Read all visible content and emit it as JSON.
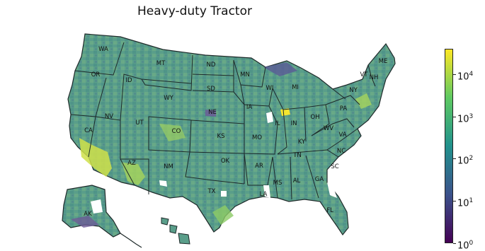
{
  "title": "Heavy-duty Tractor",
  "colors": {
    "base": "#5a9e8a",
    "lowA": "#3d7a8c",
    "lowB": "#5a5a96",
    "mid": "#6cc07a",
    "high": "#c9e34a",
    "top": "#f7e82d",
    "border": "#1e2a2a",
    "nodata": "#ffffff"
  },
  "colorbar": {
    "scale": "log",
    "min_exponent": 0,
    "max_exponent": 4.6,
    "ticks": [
      {
        "base": "10",
        "exp": "4",
        "exponent": 4
      },
      {
        "base": "10",
        "exp": "3",
        "exponent": 3
      },
      {
        "base": "10",
        "exp": "2",
        "exponent": 2
      },
      {
        "base": "10",
        "exp": "1",
        "exponent": 1
      },
      {
        "base": "10",
        "exp": "0",
        "exponent": 0
      }
    ],
    "stops": [
      "#440154",
      "#3b528b",
      "#21918c",
      "#5ec962",
      "#fde725"
    ]
  },
  "states": [
    "WA",
    "OR",
    "CA",
    "NV",
    "ID",
    "MT",
    "WY",
    "UT",
    "CO",
    "AZ",
    "NM",
    "ND",
    "SD",
    "NE",
    "KS",
    "OK",
    "TX",
    "MN",
    "IA",
    "MO",
    "AR",
    "LA",
    "WI",
    "IL",
    "MI",
    "IN",
    "OH",
    "KY",
    "TN",
    "MS",
    "AL",
    "GA",
    "FL",
    "SC",
    "NC",
    "VA",
    "WV",
    "PA",
    "NY",
    "ME",
    "NH",
    "VT",
    "AK"
  ]
}
